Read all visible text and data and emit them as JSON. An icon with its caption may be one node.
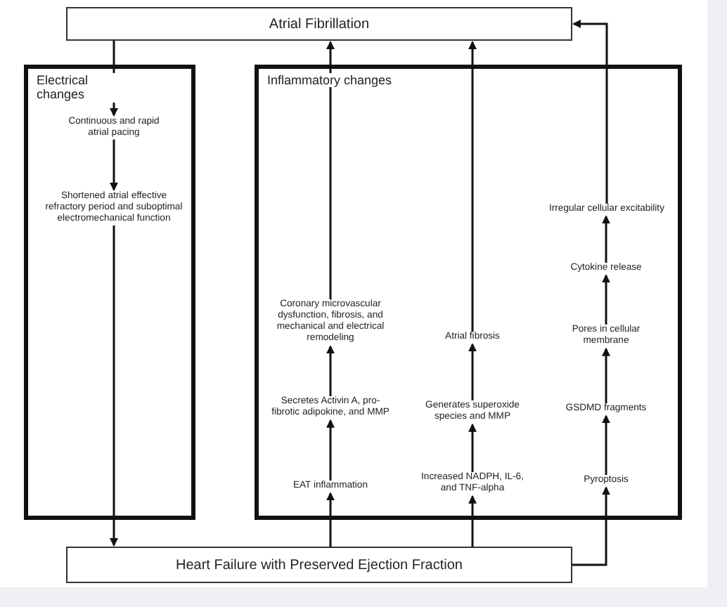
{
  "diagram": {
    "nodes": [
      {
        "text": [
          "Atrial Fibrillation"
        ]
      },
      {
        "text": [
          "Electrical changes"
        ]
      },
      {
        "text": [
          "Continuous and rapid atrial pacing"
        ],
        "in": 1
      },
      {
        "text": [
          "Shortened atrial effective refractory period and suboptimal electromechanical function"
        ],
        "in": 1
      },
      {
        "text": [
          "Inflammatory changes"
        ]
      },
      {
        "text": [
          "Coronary microvascular dysfunction, fibrosis, and mechanical and electrical remodeling"
        ],
        "in": 4
      },
      {
        "text": [
          "Secretes Activin A, pro-fibrotic adipokine, and MMP"
        ],
        "in": 4
      },
      {
        "text": [
          "EAT inflammation"
        ],
        "in": 4
      },
      {
        "text": [
          "Atrial fibrosis"
        ],
        "in": 4
      },
      {
        "text": [
          "Generates superoxide species and MMP"
        ],
        "in": 4
      },
      {
        "text": [
          "Increased NADPH, IL-6, and TNF-alpha"
        ],
        "in": 4
      },
      {
        "text": [
          "Irregular cellular excitability"
        ],
        "in": 4
      },
      {
        "text": [
          "Cytokine release"
        ],
        "in": 4
      },
      {
        "text": [
          "Pores in cellular membrane"
        ],
        "in": 4
      },
      {
        "text": [
          "GSDMD fragments"
        ],
        "in": 4
      },
      {
        "text": [
          "Pyroptosis"
        ],
        "in": 4
      },
      {
        "text": [
          "Heart Failure with Preserved Ejection Fraction"
        ]
      }
    ],
    "edges": [
      {
        "from": 0,
        "to": 2,
        "arrow": "to"
      },
      {
        "from": 2,
        "to": 3,
        "arrow": "to"
      },
      {
        "from": 3,
        "to": 16,
        "arrow": "to"
      },
      {
        "from": 16,
        "to": 7,
        "arrow": "to"
      },
      {
        "from": 7,
        "to": 6,
        "arrow": "to"
      },
      {
        "from": 6,
        "to": 5,
        "arrow": "to"
      },
      {
        "from": 5,
        "to": 0,
        "arrow": "to"
      },
      {
        "from": 16,
        "to": 10,
        "arrow": "to"
      },
      {
        "from": 10,
        "to": 9,
        "arrow": "to"
      },
      {
        "from": 9,
        "to": 8,
        "arrow": "to"
      },
      {
        "from": 8,
        "to": 0,
        "arrow": "to"
      },
      {
        "from": 16,
        "to": 15,
        "arrow": "to"
      },
      {
        "from": 15,
        "to": 14,
        "arrow": "to"
      },
      {
        "from": 14,
        "to": 13,
        "arrow": "to"
      },
      {
        "from": 13,
        "to": 12,
        "arrow": "to"
      },
      {
        "from": 12,
        "to": 11,
        "arrow": "to"
      },
      {
        "from": 11,
        "to": 0,
        "arrow": "to"
      }
    ]
  }
}
